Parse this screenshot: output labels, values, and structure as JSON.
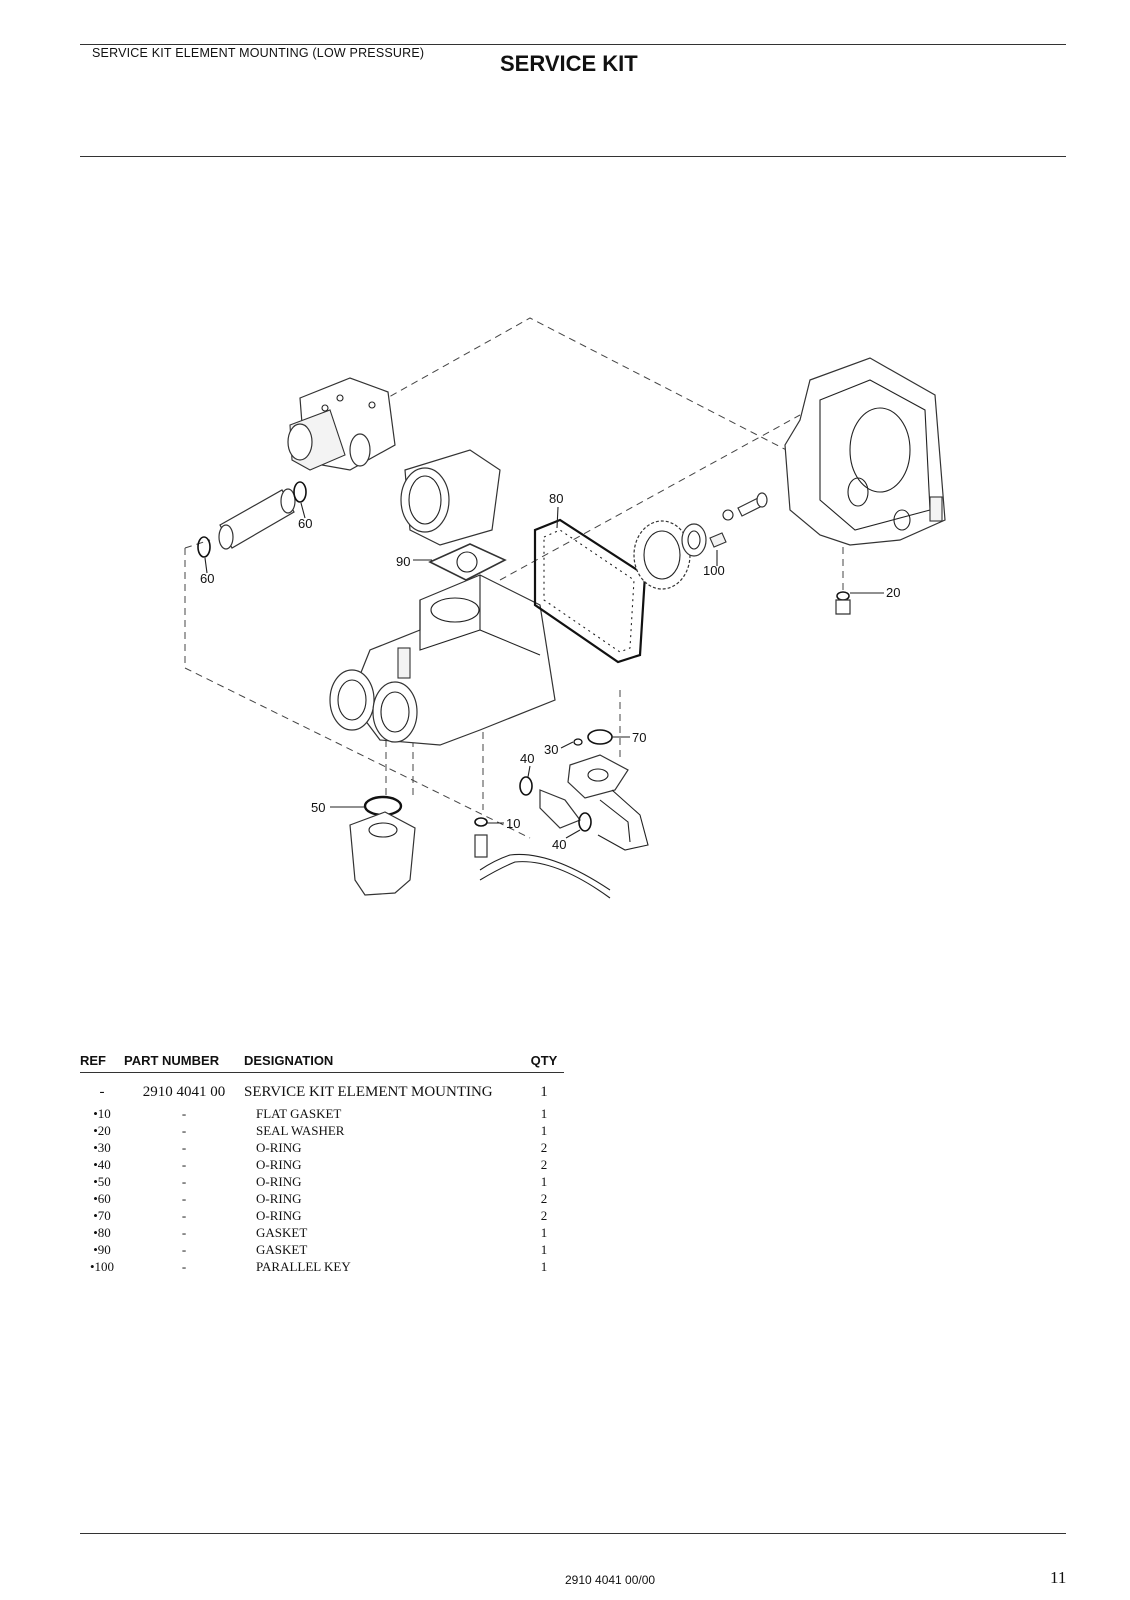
{
  "header": {
    "section": "SERVICE KIT ELEMENT MOUNTING (LOW PRESSURE)",
    "title": "SERVICE KIT"
  },
  "diagram": {
    "callouts": {
      "c10": "10",
      "c20": "20",
      "c30": "30",
      "c40a": "40",
      "c40b": "40",
      "c50": "50",
      "c60a": "60",
      "c60b": "60",
      "c70": "70",
      "c80": "80",
      "c90": "90",
      "c100": "100"
    }
  },
  "table": {
    "headers": {
      "ref": "REF",
      "part": "PART NUMBER",
      "designation": "DESIGNATION",
      "qty": "QTY"
    },
    "kit": {
      "ref": "-",
      "part": "2910 4041 00",
      "designation": "SERVICE KIT ELEMENT MOUNTING",
      "qty": "1"
    },
    "rows": [
      {
        "ref": "•10",
        "part": "-",
        "designation": "FLAT GASKET",
        "qty": "1"
      },
      {
        "ref": "•20",
        "part": "-",
        "designation": "SEAL WASHER",
        "qty": "1"
      },
      {
        "ref": "•30",
        "part": "-",
        "designation": "O-RING",
        "qty": "2"
      },
      {
        "ref": "•40",
        "part": "-",
        "designation": "O-RING",
        "qty": "2"
      },
      {
        "ref": "•50",
        "part": "-",
        "designation": "O-RING",
        "qty": "1"
      },
      {
        "ref": "•60",
        "part": "-",
        "designation": "O-RING",
        "qty": "2"
      },
      {
        "ref": "•70",
        "part": "-",
        "designation": "O-RING",
        "qty": "2"
      },
      {
        "ref": "•80",
        "part": "-",
        "designation": "GASKET",
        "qty": "1"
      },
      {
        "ref": "•90",
        "part": "-",
        "designation": "GASKET",
        "qty": "1"
      },
      {
        "ref": "•100",
        "part": "-",
        "designation": "PARALLEL KEY",
        "qty": "1"
      }
    ]
  },
  "footer": {
    "doc_number": "2910 4041 00/00",
    "page": "11"
  }
}
